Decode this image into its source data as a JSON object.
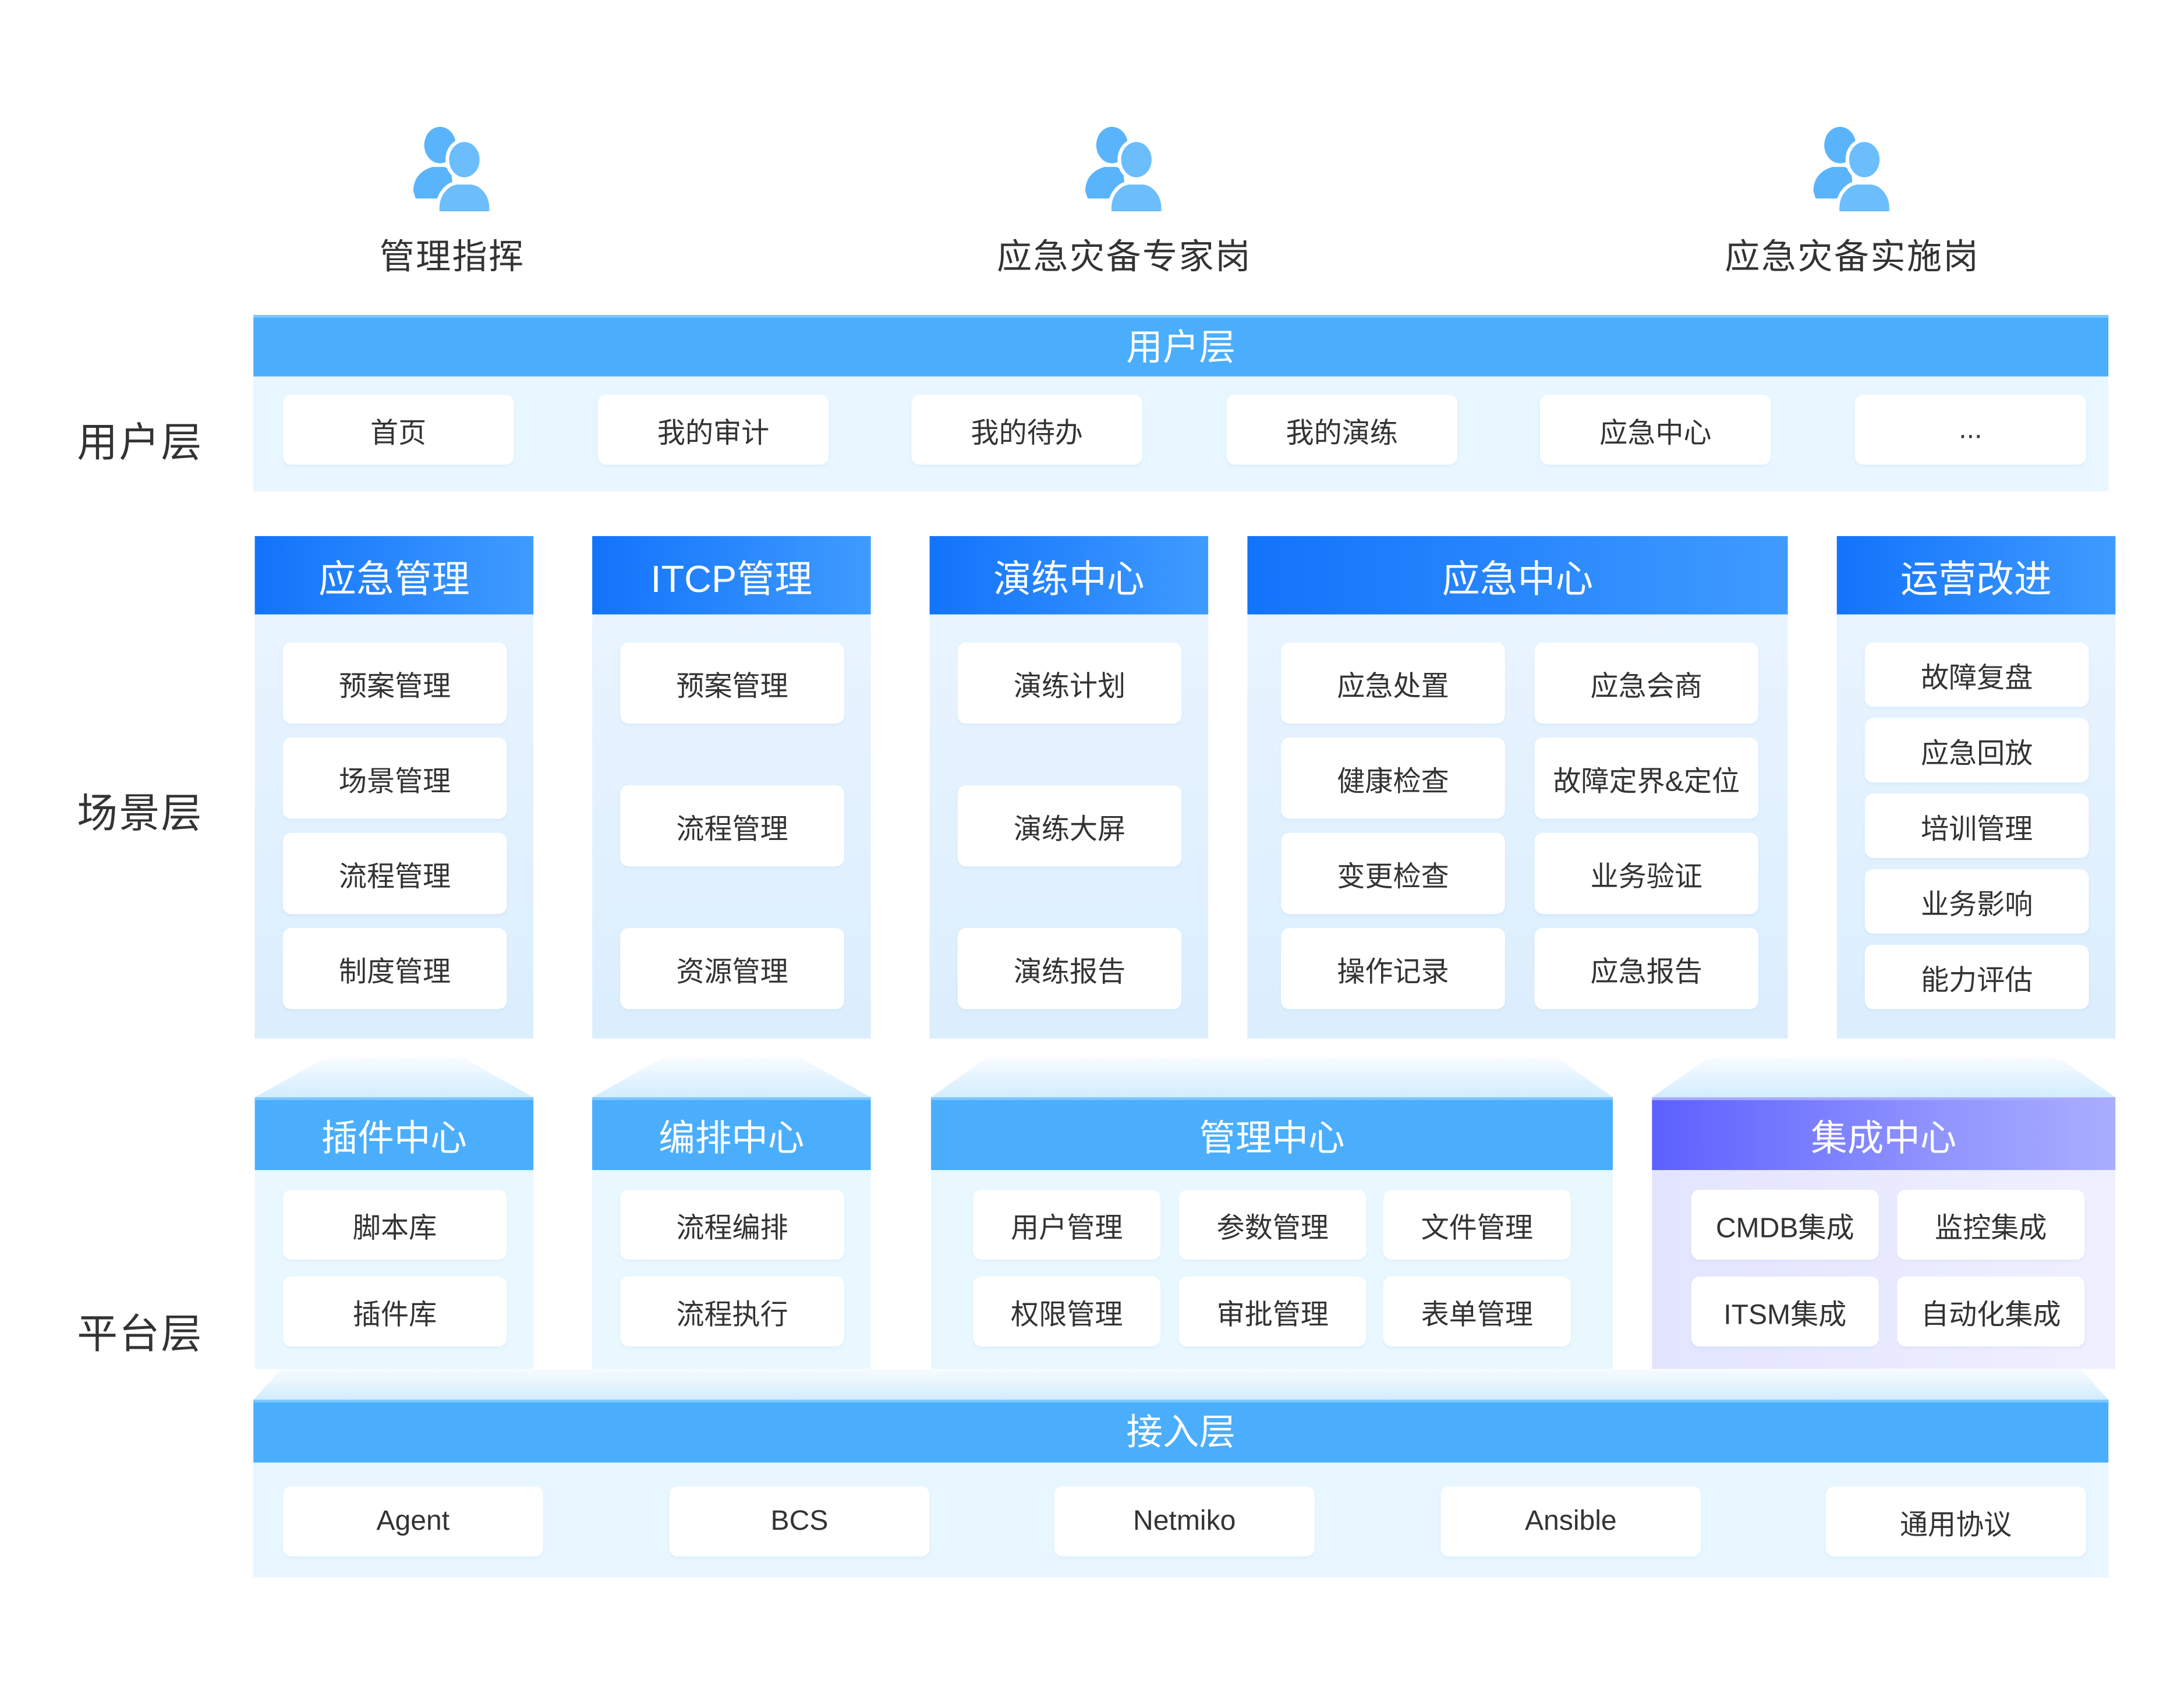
{
  "personas": [
    {
      "icon": "users-icon",
      "label": "管理指挥"
    },
    {
      "icon": "users-icon",
      "label": "应急灾备专家岗"
    },
    {
      "icon": "users-icon",
      "label": "应急灾备实施岗"
    }
  ],
  "side_labels": {
    "user": "用户层",
    "scene": "场景层",
    "platform": "平台层"
  },
  "user_layer": {
    "title": "用户层",
    "items": [
      "首页",
      "我的审计",
      "我的待办",
      "我的演练",
      "应急中心",
      "..."
    ]
  },
  "scene_layer": {
    "columns": [
      {
        "title": "应急管理",
        "items": [
          "预案管理",
          "场景管理",
          "流程管理",
          "制度管理"
        ]
      },
      {
        "title": "ITCP管理",
        "items": [
          "预案管理",
          "流程管理",
          "资源管理"
        ]
      },
      {
        "title": "演练中心",
        "items": [
          "演练计划",
          "演练大屏",
          "演练报告"
        ]
      },
      {
        "title": "应急中心",
        "items": [
          "应急处置",
          "应急会商",
          "健康检查",
          "故障定界&定位",
          "变更检查",
          "业务验证",
          "操作记录",
          "应急报告"
        ]
      },
      {
        "title": "运营改进",
        "items": [
          "故障复盘",
          "应急回放",
          "培训管理",
          "业务影响",
          "能力评估"
        ]
      }
    ]
  },
  "platform_layer": {
    "modules": [
      {
        "title": "插件中心",
        "items": [
          "脚本库",
          "插件库"
        ]
      },
      {
        "title": "编排中心",
        "items": [
          "流程编排",
          "流程执行"
        ]
      },
      {
        "title": "管理中心",
        "items": [
          "用户管理",
          "参数管理",
          "文件管理",
          "权限管理",
          "审批管理",
          "表单管理"
        ]
      },
      {
        "title": "集成中心",
        "items": [
          "CMDB集成",
          "监控集成",
          "ITSM集成",
          "自动化集成"
        ]
      }
    ]
  },
  "access_layer": {
    "title": "接入层",
    "items": [
      "Agent",
      "BCS",
      "Netmiko",
      "Ansible",
      "通用协议"
    ]
  },
  "colors": {
    "bar_blue": "#4aaefd",
    "header_gradient_start": "#1273fb",
    "header_gradient_end": "#3f9bff",
    "integration_purple": "#5c60ff",
    "panel_bg": "#e8f7ff",
    "icon_blue": "#5ab4fb"
  }
}
